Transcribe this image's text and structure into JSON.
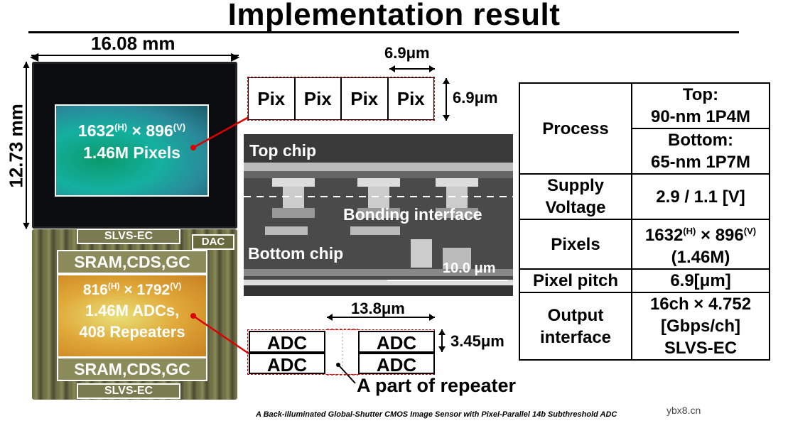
{
  "title": "Implementation result",
  "top_die": {
    "width_dim": "16.08 mm",
    "height_dim": "12.73 mm",
    "pixels_line1_main": "1632",
    "pixels_line1_h": "(H)",
    "pixels_line1_mid": " × 896",
    "pixels_line1_v": "(V)",
    "pixels_line2": "1.46M Pixels"
  },
  "bottom_die": {
    "slvs_top": "SLVS-EC",
    "dac": "DAC",
    "sram_top": "SRAM,CDS,GC",
    "adc_line1_main": "816",
    "adc_line1_h": "(H)",
    "adc_line1_mid": " × 1792",
    "adc_line1_v": "(V)",
    "adc_line2": "1.46M ADCs,",
    "adc_line3": "408 Repeaters",
    "sram_bottom": "SRAM,CDS,GC",
    "slvs_bottom": "SLVS-EC"
  },
  "pixel_array": {
    "cells": [
      "Pix",
      "Pix",
      "Pix",
      "Pix"
    ],
    "pitch_h": "6.9μm",
    "pitch_v": "6.9μm"
  },
  "cross_section": {
    "top_label": "Top chip",
    "bond_label": "Bonding interface",
    "bottom_label": "Bottom chip",
    "scale": "10.0 μm"
  },
  "adc_array": {
    "width_dim": "13.8μm",
    "height_dim": "3.45μm",
    "cells": [
      "ADC",
      "ADC",
      "ADC",
      "ADC"
    ],
    "caption": "A part of repeater"
  },
  "spec_table": {
    "process_label": "Process",
    "process_top": [
      "Top:",
      "90-nm 1P4M"
    ],
    "process_bottom": [
      "Bottom:",
      "65-nm 1P7M"
    ],
    "supply_label": [
      "Supply",
      "Voltage"
    ],
    "supply_value": "2.9 / 1.1 [V]",
    "pixels_label": "Pixels",
    "pixels_value_main": "1632",
    "pixels_value_h": "(H)",
    "pixels_value_mid": " × 896",
    "pixels_value_v": "(V)",
    "pixels_value_line2": "(1.46M)",
    "pitch_label": "Pixel pitch",
    "pitch_value": "6.9[μm]",
    "output_label": [
      "Output",
      "interface"
    ],
    "output_value": [
      "16ch × 4.752",
      "[Gbps/ch]",
      "SLVS-EC"
    ]
  },
  "footer": "A Back-Illuminated Global-Shutter CMOS Image Sensor with Pixel-Parallel 14b Subthreshold ADC",
  "watermark": "ybx8.cn"
}
